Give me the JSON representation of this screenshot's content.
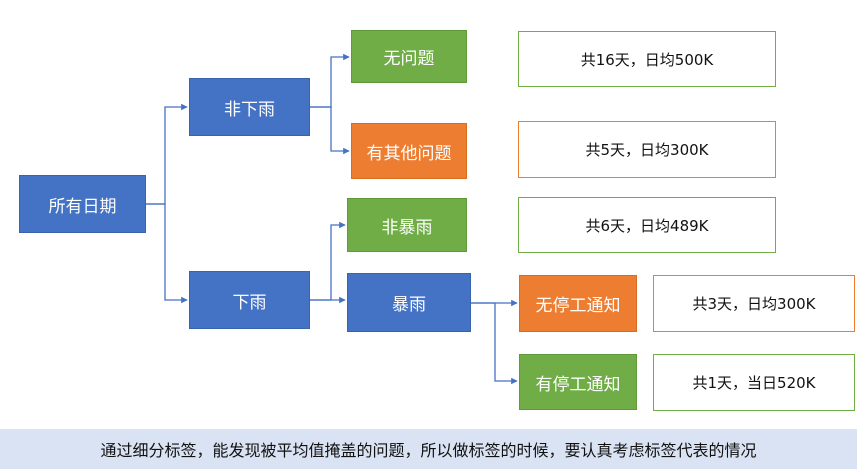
{
  "nodes": {
    "all_dates": "所有日期",
    "no_rain": "非下雨",
    "rain": "下雨",
    "no_problem": "无问题",
    "other_problem": "有其他问题",
    "not_heavy_rain": "非暴雨",
    "heavy_rain": "暴雨",
    "no_stop_notice": "无停工通知",
    "has_stop_notice": "有停工通知"
  },
  "results": {
    "no_problem": "共16天，日均500K",
    "other_problem": "共5天，日均300K",
    "not_heavy_rain": "共6天，日均489K",
    "no_stop_notice": "共3天，日均300K",
    "has_stop_notice": "共1天，当日520K"
  },
  "footer": {
    "text": "通过细分标签，能发现被平均值掩盖的问题，所以做标签的时候，要认真考虑标签代表的情况"
  },
  "colors": {
    "blue": "#4472c4",
    "green": "#70ad47",
    "orange": "#ed7d31",
    "connector": "#4472c4",
    "footer_bg": "#dae3f3"
  }
}
